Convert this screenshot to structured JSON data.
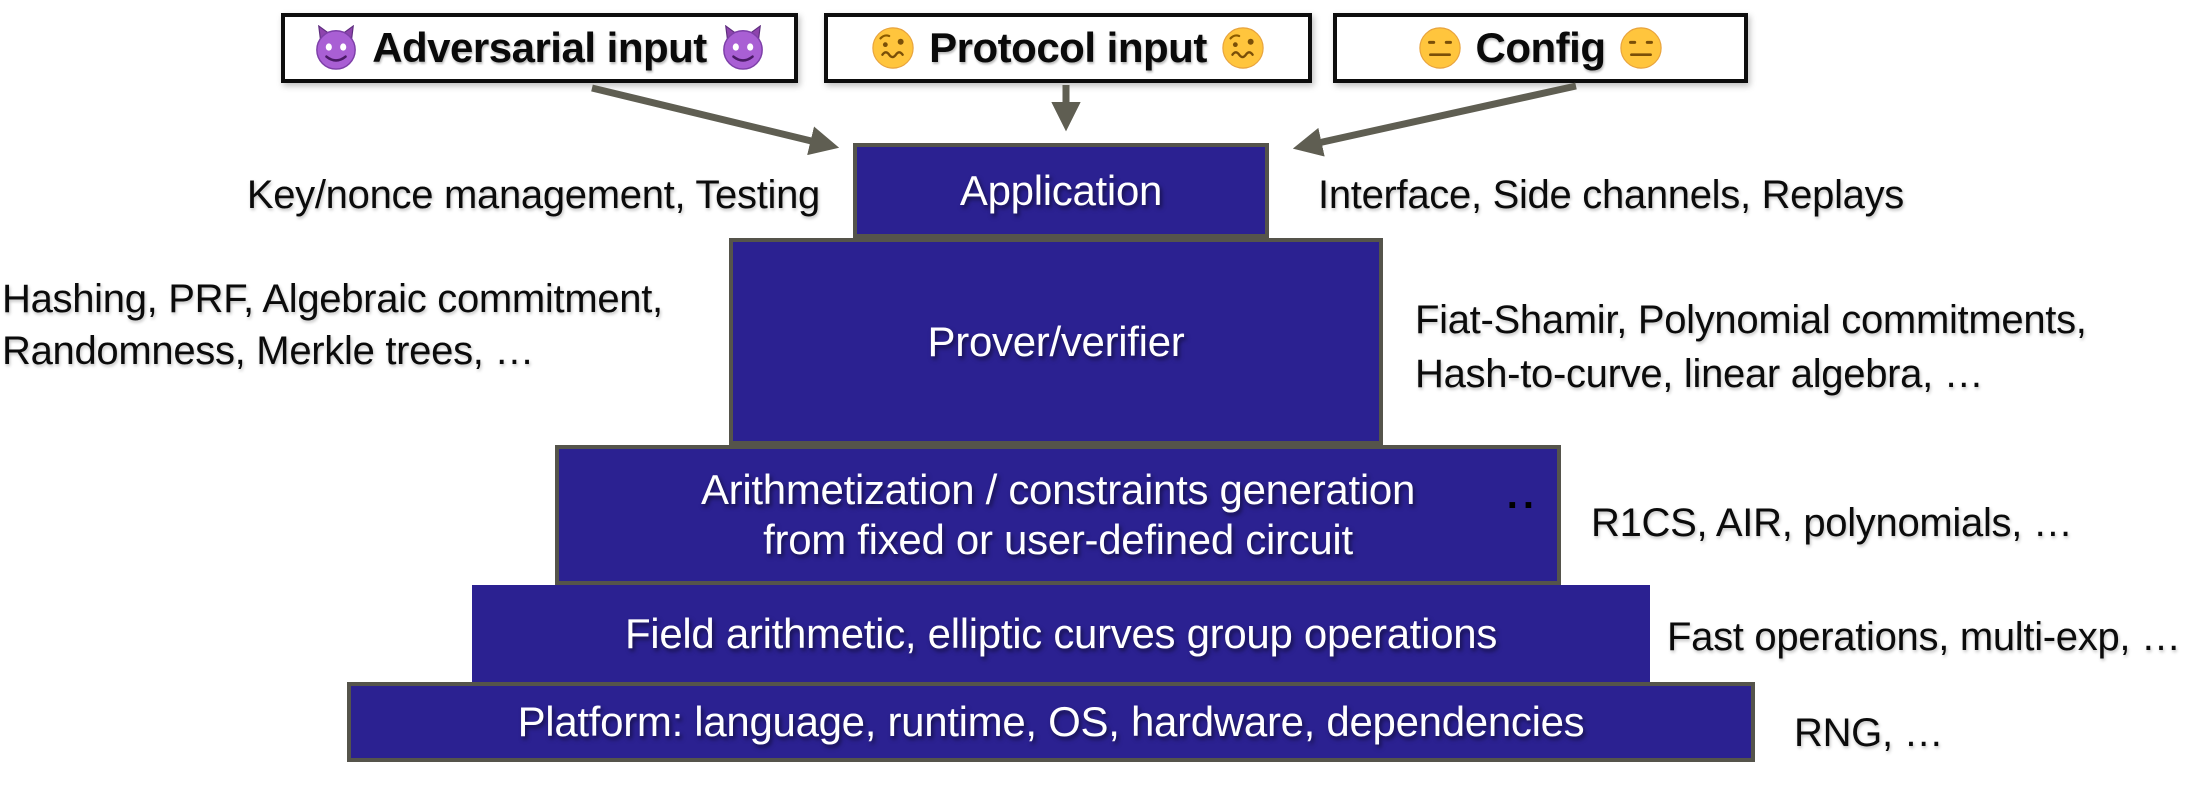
{
  "inputs": [
    {
      "label": "Adversarial input",
      "emoji": "smiling-devil"
    },
    {
      "label": "Protocol input",
      "emoji": "woozy-face"
    },
    {
      "label": "Config",
      "emoji": "neutral-face"
    }
  ],
  "stack": [
    {
      "label": "Application",
      "left_note": "Key/nonce management, Testing",
      "right_note": "Interface, Side channels, Replays"
    },
    {
      "label": "Prover/verifier",
      "left_note_lines": [
        "Hashing, PRF, Algebraic commitment,",
        "Randomness, Merkle trees, …"
      ],
      "right_note_lines": [
        "Fiat-Shamir, Polynomial commitments,",
        "Hash-to-curve, linear algebra, …"
      ]
    },
    {
      "label_lines": [
        "Arithmetization / constraints generation",
        "from fixed or user-defined circuit"
      ],
      "mark": "..",
      "right_note": "R1CS, AIR, polynomials, …"
    },
    {
      "label": "Field arithmetic, elliptic curves group operations",
      "right_note": "Fast operations, multi-exp, …"
    },
    {
      "label": "Platform: language, runtime, OS, hardware, dependencies",
      "right_note": "RNG, …"
    }
  ],
  "colors": {
    "layer_fill": "#2B2191",
    "layer_border": "#55544B",
    "arrow": "#5F5E52",
    "input_box_border": "#0D0D0D",
    "layer_text": "#FFFFFF",
    "note_text": "#0B0B0B",
    "devil_emoji": "#A95FD4",
    "face_emoji": "#FFC53D"
  }
}
